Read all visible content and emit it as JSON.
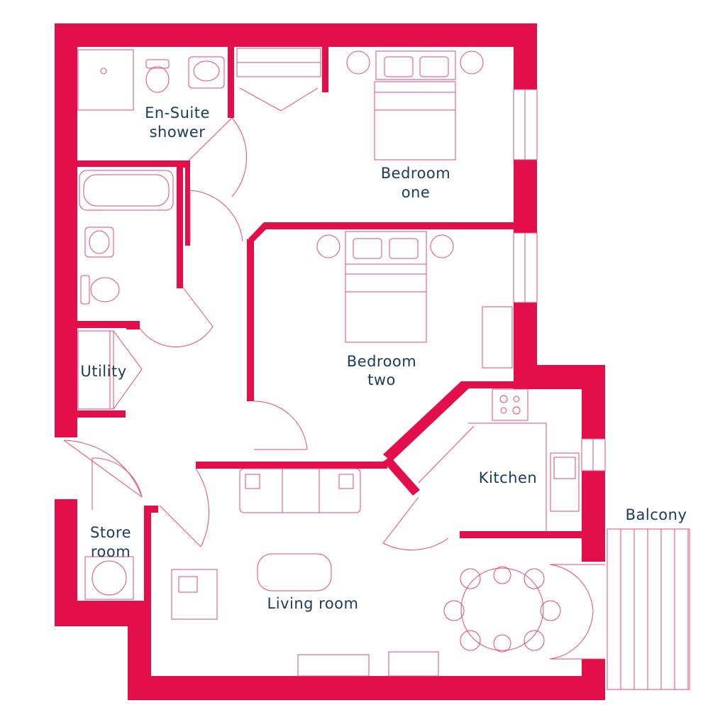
{
  "colors": {
    "wall": "#e30f4b",
    "furniture": "#e64a78",
    "label": "#1b3a5c",
    "background": "#ffffff"
  },
  "rooms": {
    "ensuite_line1": "En-Suite",
    "ensuite_line2": "shower",
    "bedroom_one_line1": "Bedroom",
    "bedroom_one_line2": "one",
    "bedroom_two_line1": "Bedroom",
    "bedroom_two_line2": "two",
    "utility": "Utility",
    "kitchen": "Kitchen",
    "balcony": "Balcony",
    "store_line1": "Store",
    "store_line2": "room",
    "living_room": "Living room"
  },
  "icons": {
    "bed": "double-bed-icon",
    "sofa": "sofa-icon",
    "toilet": "toilet-icon",
    "basin": "basin-icon",
    "bath": "bathtub-icon",
    "hob": "hob-icon",
    "sink": "sink-icon",
    "table": "dining-table-icon",
    "washer": "washing-machine-icon"
  }
}
